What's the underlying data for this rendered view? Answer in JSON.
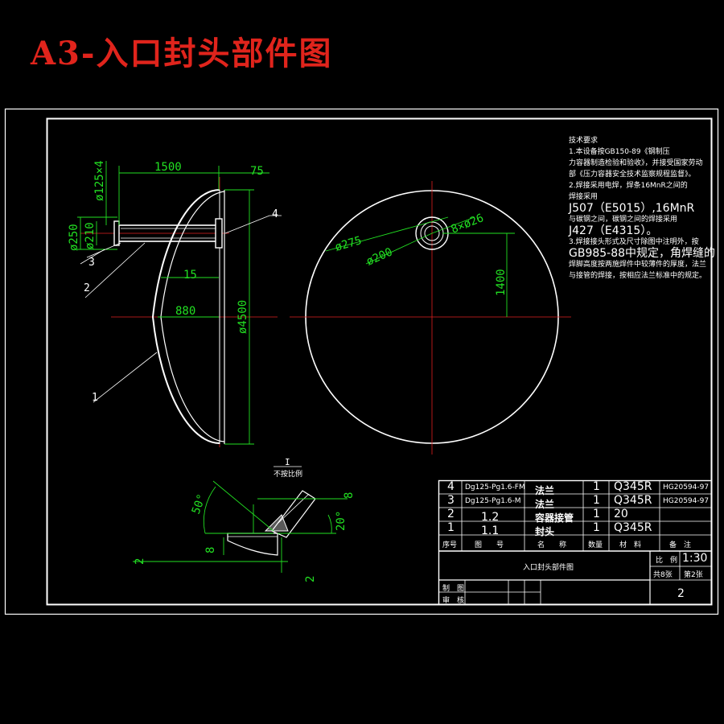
{
  "title": "A3-入口封头部件图",
  "dims": {
    "d125x4": "ø125×4",
    "d250": "ø250",
    "d210": "ø210",
    "l1500": "1500",
    "l75": "75",
    "l15": "15",
    "l880": "880",
    "d4500": "ø4500",
    "d275": "ø275",
    "d200": "ø200",
    "holes": "8×ø26",
    "l1400": "1400"
  },
  "balloons": [
    "1",
    "2",
    "3",
    "4"
  ],
  "detail": {
    "title": "I",
    "subtitle": "不按比例",
    "a50": "50°",
    "a20": "20°",
    "d8a": "8",
    "d8b": "8",
    "d2a": "2",
    "d2b": "2"
  },
  "notes": {
    "heading": "技术要求",
    "lines": [
      {
        "t": "1.本设备按GB150-89《钢制压",
        "big": false
      },
      {
        "t": "力容器制造检验和验收》，并接受国家劳动",
        "big": false
      },
      {
        "t": "部《压力容器安全技术监察规程监督》。",
        "big": false
      },
      {
        "t": "2.焊接采用电焊，焊条16MnR之间的",
        "big": false
      },
      {
        "t": "焊接采用",
        "big": false
      },
      {
        "t": "J507（E5015）,16MnR",
        "big": true
      },
      {
        "t": "与碳钢之间，碳钢之间的焊接采用",
        "big": false
      },
      {
        "t": "J427（E4315）。",
        "big": true
      },
      {
        "t": "3.焊接接头形式及尺寸除图中注明外，按",
        "big": false
      },
      {
        "t": "GB985-88中规定，角焊缝的",
        "big": true
      },
      {
        "t": "焊脚高度按两施焊件中较薄件的厚度，法兰",
        "big": false
      },
      {
        "t": "与接管的焊接，按相应法兰标准中的规定。",
        "big": false
      }
    ]
  },
  "parts": [
    {
      "no": "4",
      "code": "Dg125-Pg1.6-FM",
      "name": "法兰",
      "qty": "1",
      "material": "Q345R",
      "remark": "HG20594-97"
    },
    {
      "no": "3",
      "code": "Dg125-Pg1.6-M",
      "name": "法兰",
      "qty": "1",
      "material": "Q345R",
      "remark": "HG20594-97"
    },
    {
      "no": "2",
      "code": "1.2",
      "name": "容器接管",
      "qty": "1",
      "material": "20",
      "remark": ""
    },
    {
      "no": "1",
      "code": "1.1",
      "name": "封头",
      "qty": "1",
      "material": "Q345R",
      "remark": ""
    }
  ],
  "headers": {
    "no": "序号",
    "code": "图　　号",
    "name": "名　　称",
    "qty": "数量",
    "material": "材　料",
    "remark": "备　注"
  },
  "titleblock": {
    "drawing_name": "入口封头部件图",
    "scale_label": "比　例",
    "scale": "1:30",
    "sheets_total": "共8张",
    "sheet_no": "第2张",
    "drawn_label": "制　图",
    "checked_label": "审　核",
    "number": "2"
  },
  "colors": {
    "background": "#000000",
    "title": "#e0241c",
    "frame": "#ffffff",
    "dimension": "#22e022",
    "centerline": "#e02020",
    "text": "#ffffff"
  }
}
